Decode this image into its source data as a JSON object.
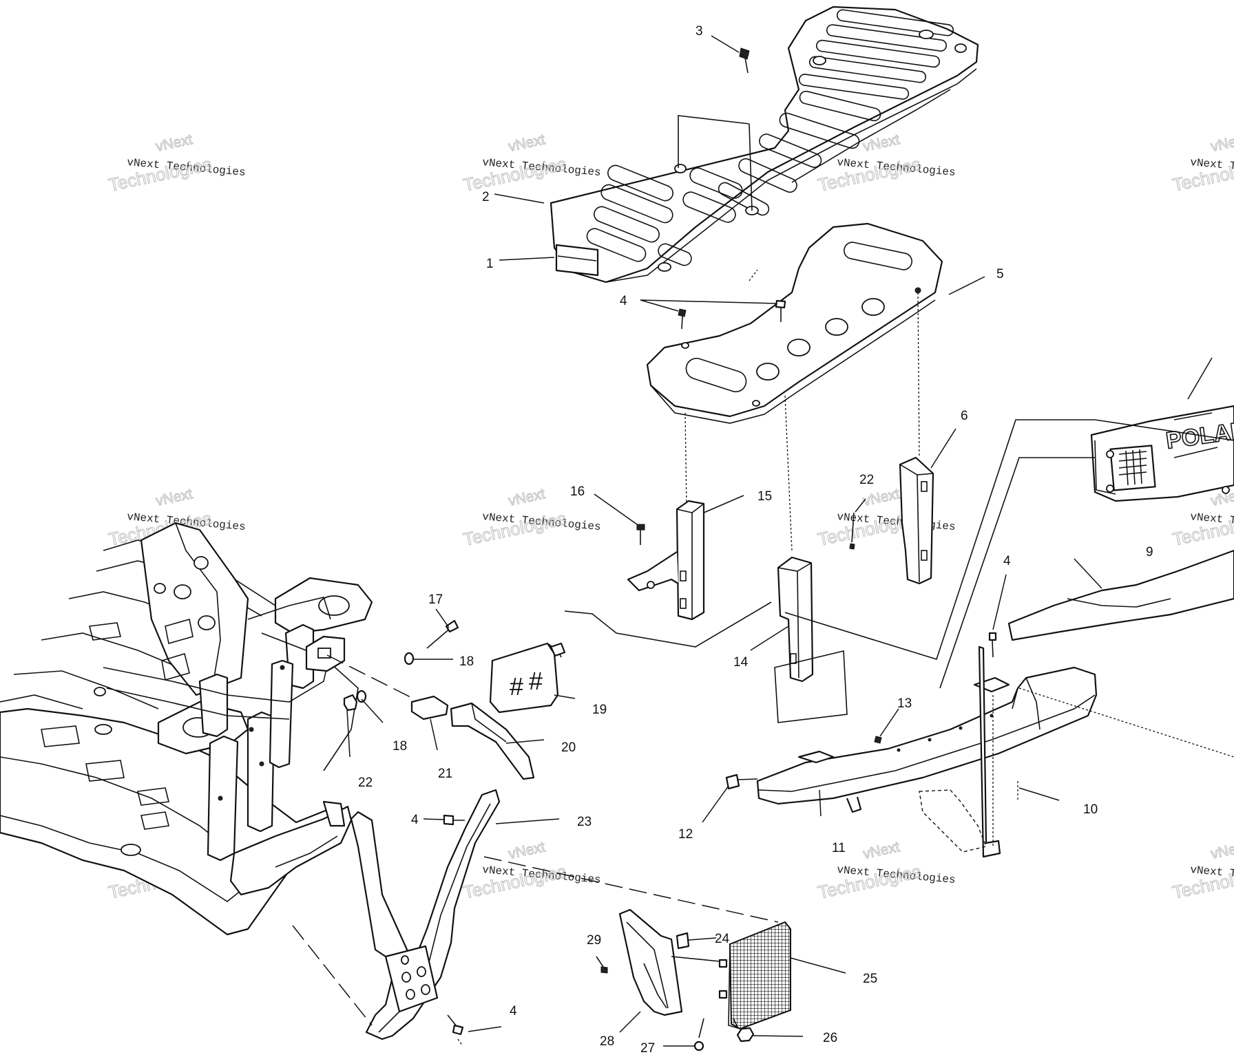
{
  "labels": {
    "l1": "1",
    "l2": "2",
    "l3": "3",
    "l4a": "4",
    "l4b": "4",
    "l4c": "4",
    "l4d": "4",
    "l5": "5",
    "l6": "6",
    "l9": "9",
    "l10": "10",
    "l11": "11",
    "l12": "12",
    "l13": "13",
    "l14": "14",
    "l15": "15",
    "l16": "16",
    "l17": "17",
    "l18a": "18",
    "l18b": "18",
    "l19": "19",
    "l20": "20",
    "l21": "21",
    "l22a": "22",
    "l22b": "22",
    "l23": "23",
    "l24": "24",
    "l25": "25",
    "l26": "26",
    "l27": "27",
    "l28": "28",
    "l29": "29"
  },
  "watermark": {
    "top": "vNext",
    "line1": "vNext Technologies",
    "line2": "Technologies"
  },
  "badge": {
    "brand": "POLAR"
  }
}
